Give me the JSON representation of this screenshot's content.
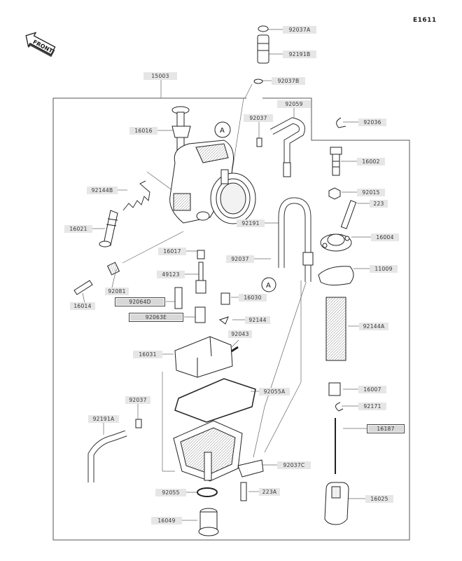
{
  "figure_id": "E1611",
  "front_marker": "FRONT",
  "reference_marks": [
    "A",
    "A"
  ],
  "parts": [
    {
      "id": "p-92037A",
      "label": "92037A"
    },
    {
      "id": "p-92191B",
      "label": "92191B"
    },
    {
      "id": "p-92037B",
      "label": "92037B"
    },
    {
      "id": "p-15003",
      "label": "15003"
    },
    {
      "id": "p-92059",
      "label": "92059"
    },
    {
      "id": "p-92037-top",
      "label": "92037"
    },
    {
      "id": "p-92036",
      "label": "92036"
    },
    {
      "id": "p-16016",
      "label": "16016"
    },
    {
      "id": "p-16002",
      "label": "16002"
    },
    {
      "id": "p-92144B",
      "label": "92144B"
    },
    {
      "id": "p-92015",
      "label": "92015"
    },
    {
      "id": "p-223",
      "label": "223"
    },
    {
      "id": "p-92191",
      "label": "92191"
    },
    {
      "id": "p-16021",
      "label": "16021"
    },
    {
      "id": "p-16004",
      "label": "16004"
    },
    {
      "id": "p-16017",
      "label": "16017"
    },
    {
      "id": "p-92037-mid",
      "label": "92037"
    },
    {
      "id": "p-49123",
      "label": "49123"
    },
    {
      "id": "p-11009",
      "label": "11009"
    },
    {
      "id": "p-92081",
      "label": "92081"
    },
    {
      "id": "p-16014",
      "label": "16014"
    },
    {
      "id": "p-92064D",
      "label": "92064D"
    },
    {
      "id": "p-16030",
      "label": "16030"
    },
    {
      "id": "p-92063E",
      "label": "92063E"
    },
    {
      "id": "p-92144",
      "label": "92144"
    },
    {
      "id": "p-92144A",
      "label": "92144A"
    },
    {
      "id": "p-92043",
      "label": "92043"
    },
    {
      "id": "p-16031",
      "label": "16031"
    },
    {
      "id": "p-92055A",
      "label": "92055A"
    },
    {
      "id": "p-16007",
      "label": "16007"
    },
    {
      "id": "p-92037-low",
      "label": "92037"
    },
    {
      "id": "p-92171",
      "label": "92171"
    },
    {
      "id": "p-92191A",
      "label": "92191A"
    },
    {
      "id": "p-16187",
      "label": "16187"
    },
    {
      "id": "p-92037C",
      "label": "92037C"
    },
    {
      "id": "p-223A",
      "label": "223A"
    },
    {
      "id": "p-92055",
      "label": "92055"
    },
    {
      "id": "p-16025",
      "label": "16025"
    },
    {
      "id": "p-16049",
      "label": "16049"
    }
  ]
}
